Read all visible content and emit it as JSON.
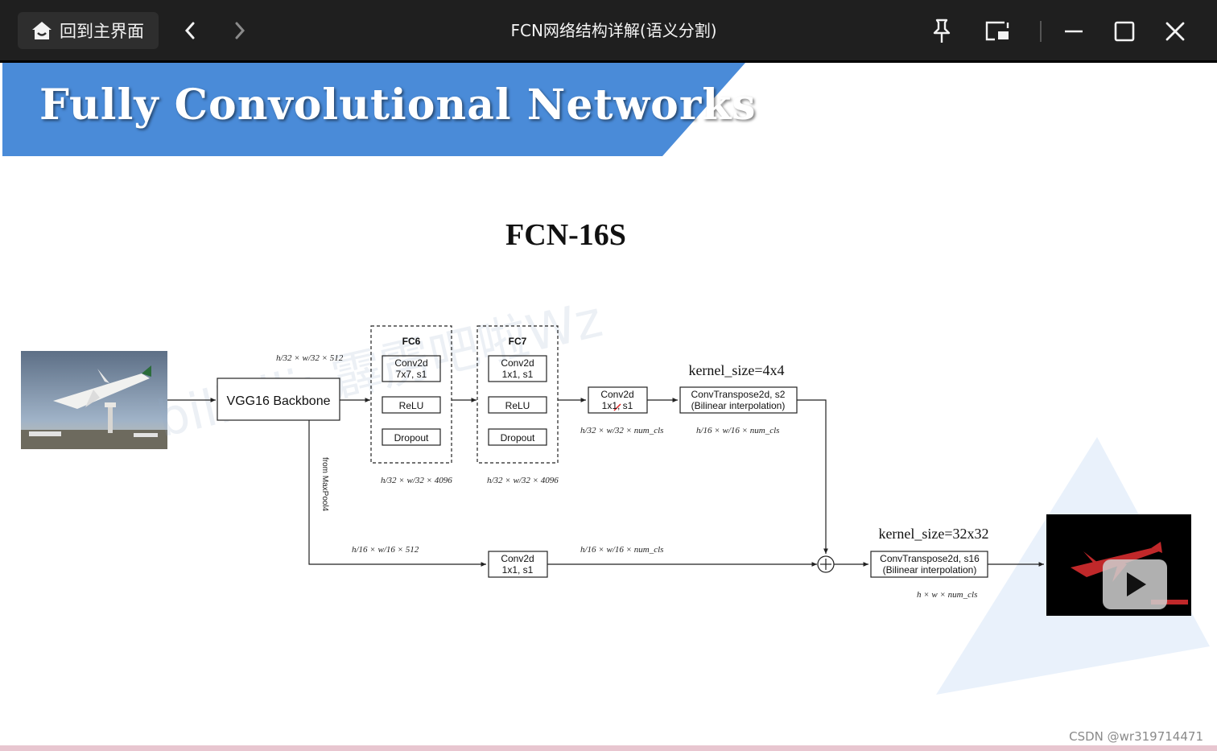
{
  "window": {
    "home_label": "回到主界面",
    "title": "FCN网络结构详解(语义分割)",
    "controls": [
      "pin-icon",
      "picture-in-picture-icon",
      "minimize-icon",
      "maximize-icon",
      "close-icon"
    ]
  },
  "slide": {
    "banner_title": "Fully Convolutional Networks",
    "title": "FCN-16S",
    "watermark": "bilibili: 霹雳吧啦Wz",
    "input_image": "airplane photo",
    "output_image": "segmentation mask with play-button overlay"
  },
  "diagram": {
    "backbone": "VGG16 Backbone",
    "backbone_out_dims": "h/32 × w/32 × 512",
    "fc6": {
      "title": "FC6",
      "conv_line1": "Conv2d",
      "conv_line2": "7x7, s1",
      "relu": "ReLU",
      "dropout": "Dropout",
      "out_dims": "h/32 × w/32 × 4096"
    },
    "fc7": {
      "title": "FC7",
      "conv_line1": "Conv2d",
      "conv_line2": "1x1, s1",
      "relu": "ReLU",
      "dropout": "Dropout",
      "out_dims": "h/32 × w/32 × 4096"
    },
    "score_conv": {
      "line1": "Conv2d",
      "line2": "1x1, s1",
      "out_dims": "h/32 × w/32 × num_cls"
    },
    "up2": {
      "kernel": "kernel_size=4x4",
      "line1": "ConvTranspose2d, s2",
      "line2": "(Bilinear interpolation)",
      "out_dims": "h/16 × w/16 × num_cls"
    },
    "pool4_label": "from MaxPool4",
    "pool4_dims": "h/16 × w/16 × 512",
    "pool4_conv": {
      "line1": "Conv2d",
      "line2": "1x1, s1",
      "out_dims": "h/16 × w/16 × num_cls"
    },
    "up16": {
      "kernel": "kernel_size=32x32",
      "line1": "ConvTranspose2d, s16",
      "line2": "(Bilinear interpolation)",
      "out_dims": "h × w × num_cls"
    }
  },
  "footer": {
    "csdn": "CSDN @wr319714471"
  }
}
